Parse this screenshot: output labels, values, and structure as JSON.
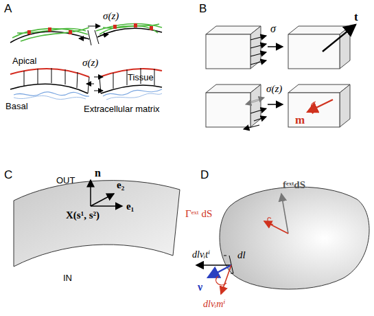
{
  "diagram": {
    "labels": [
      "A",
      "σ(z)",
      "Apical",
      "σ(z)",
      "Tissue",
      "Basal",
      "Extracellular matrix",
      "B",
      "σ",
      "t",
      "σ(z)",
      "m",
      "C",
      "OUT",
      "n",
      "e₂",
      "X(s¹, s²)",
      "e₁",
      "IN",
      "D",
      "fᵉˣᵗdS",
      "Γᵉˣᵗ dS",
      "dl",
      "dlνᵢtⁱ",
      "ν",
      "dlνᵢmⁱ"
    ]
  }
}
